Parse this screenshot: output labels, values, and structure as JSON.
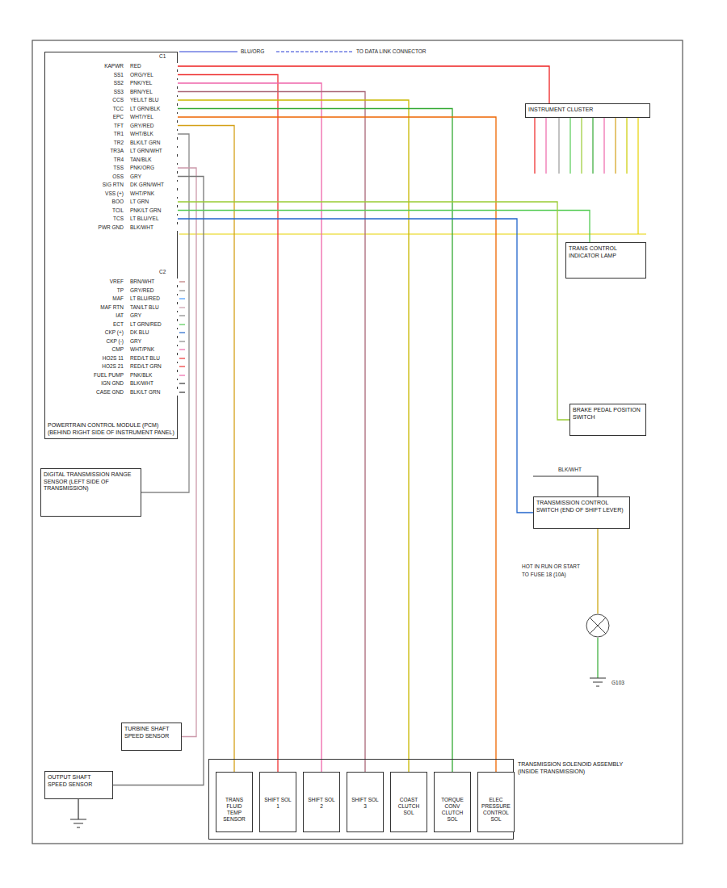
{
  "diagram": {
    "nodes": [
      {
        "text": [
          "POWERTRAIN CONTROL MODULE (PCM) (BEHIND RIGHT SIDE OF INSTRUMENT PANEL)"
        ]
      },
      {
        "text": [
          "DIGITAL TRANSMISSION RANGE SENSOR (LEFT SIDE OF TRANSMISSION)"
        ]
      },
      {
        "text": [
          "TRANSMISSION SOLENOID ASSEMBLY (INSIDE TRANSMISSION)"
        ]
      },
      {
        "text": [
          "TRANS FLUID TEMP SENSOR"
        ],
        "in": 2
      },
      {
        "text": [
          "SHIFT SOL 1"
        ],
        "in": 2
      },
      {
        "text": [
          "SHIFT SOL 2"
        ],
        "in": 2
      },
      {
        "text": [
          "SHIFT SOL 3"
        ],
        "in": 2
      },
      {
        "text": [
          "COAST CLUTCH SOL"
        ],
        "in": 2
      },
      {
        "text": [
          "TORQUE CONV CLUTCH SOL"
        ],
        "in": 2
      },
      {
        "text": [
          "ELEC PRESSURE CONTROL SOL"
        ],
        "in": 2
      },
      {
        "text": [
          "OUTPUT SHAFT SPEED SENSOR"
        ]
      },
      {
        "text": [
          "TURBINE SHAFT SPEED SENSOR"
        ]
      },
      {
        "text": [
          "INSTRUMENT CLUSTER"
        ]
      },
      {
        "text": [
          "TRANS CONTROL INDICATOR LAMP"
        ]
      },
      {
        "text": [
          "TRANSMISSION CONTROL SWITCH (END OF SHIFT LEVER)"
        ]
      },
      {
        "text": [
          "BRAKE PEDAL POSITION SWITCH"
        ]
      }
    ],
    "edges": [
      {
        "from": 0,
        "to": 3,
        "arrow": "none"
      },
      {
        "from": 0,
        "to": 4,
        "arrow": "none"
      },
      {
        "from": 0,
        "to": 5,
        "arrow": "none"
      },
      {
        "from": 0,
        "to": 6,
        "arrow": "none"
      },
      {
        "from": 0,
        "to": 7,
        "arrow": "none"
      },
      {
        "from": 0,
        "to": 8,
        "arrow": "none"
      },
      {
        "from": 0,
        "to": 9,
        "arrow": "none"
      },
      {
        "from": 0,
        "to": 1,
        "arrow": "none"
      },
      {
        "from": 0,
        "to": 11,
        "arrow": "none"
      },
      {
        "from": 0,
        "to": 10,
        "arrow": "none"
      },
      {
        "from": 0,
        "to": 12,
        "arrow": "none"
      },
      {
        "from": 0,
        "to": 13,
        "arrow": "none"
      },
      {
        "from": 0,
        "to": 14,
        "arrow": "none"
      },
      {
        "from": 0,
        "to": 15,
        "arrow": "none"
      }
    ],
    "labels": [
      "KAPWR",
      "SS1",
      "SS2",
      "SS3",
      "CCS",
      "TCC",
      "EPC",
      "TFT",
      "TR1",
      "TR2",
      "TR3A",
      "TR4",
      "TSS",
      "OSS",
      "SIG RTN",
      "VSS (+)",
      "BOO",
      "TCIL",
      "TCS",
      "PWR GND",
      "RED",
      "ORG/YEL",
      "PNK/YEL",
      "BRN/YEL",
      "YEL/LT BLU",
      "LT GRN/BLK",
      "WHT/YEL",
      "GRY/RED",
      "WHT/BLK",
      "BLK/LT GRN",
      "LT GRN/WHT",
      "TAN/BLK",
      "PNK/ORG",
      "GRY",
      "DK GRN/WHT",
      "WHT/PNK",
      "LT GRN",
      "PNK/LT GRN",
      "LT BLU/YEL",
      "BLK/WHT",
      "VREF",
      "TP",
      "MAF",
      "MAF RTN",
      "IAT",
      "ECT",
      "CKP (+)",
      "CKP (-)",
      "CMP",
      "HO2S 11",
      "HO2S 21",
      "FUEL PUMP",
      "IGN GND",
      "CASE GND",
      "BRN/WHT",
      "GRY/RED",
      "LT BLU/RED",
      "TAN/LT BLU",
      "GRY",
      "LT GRN/RED",
      "DK BLU",
      "GRY",
      "WHT/PNK",
      "RED/LT BLU",
      "RED/LT GRN",
      "PNK/BLK",
      "BLK/WHT",
      "BLK/LT GRN",
      "C1",
      "C2",
      "BLU/ORG",
      "TO DATA LINK CONNECTOR",
      "BLK/WHT",
      "G103",
      "HOT IN RUN OR START",
      "TO FUSE 18 (10A)"
    ]
  }
}
